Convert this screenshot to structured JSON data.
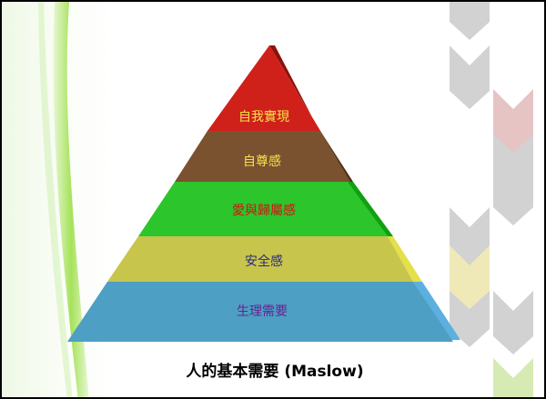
{
  "diagram": {
    "type": "pyramid",
    "caption": "人的基本需要 (Maslow)",
    "layers": [
      {
        "label": "自我實現",
        "color": "#d0201a",
        "side_color": "#8e110c",
        "text_color": "#f3e34a"
      },
      {
        "label": "自尊感",
        "color": "#7a5230",
        "side_color": "#4f3119",
        "text_color": "#f3e34a"
      },
      {
        "label": "愛與歸屬感",
        "color": "#2cc52c",
        "side_color": "#10a010",
        "text_color": "#d81010"
      },
      {
        "label": "安全感",
        "color": "#c8c54c",
        "side_color": "#e4e04a",
        "text_color": "#2a2a7a"
      },
      {
        "label": "生理需要",
        "color": "#4d9fc4",
        "side_color": "#5cb0e0",
        "text_color": "#6a2090"
      }
    ]
  },
  "colors": {
    "green_stripe": "#8fdc3a",
    "chevron_gray": "#d0d0d0",
    "chevron_pink": "#e8c8c8",
    "chevron_yellow": "#f0ecc0",
    "chevron_lightgreen": "#d8ecb8"
  }
}
